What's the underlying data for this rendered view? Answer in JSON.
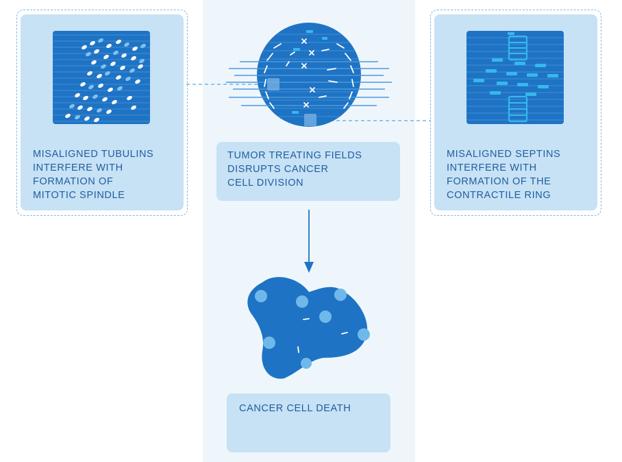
{
  "left_panel": {
    "caption": "MISALIGNED TUBULINS\nINTERFERE WITH\nFORMATION OF\nMITOTIC SPINDLE",
    "illustration": "tubulin-icon"
  },
  "center_panel": {
    "caption": "TUMOR TREATING FIELDS\nDISRUPTS CANCER\nCELL DIVISION",
    "illustration": "dividing-cell-icon"
  },
  "right_panel": {
    "caption": "MISALIGNED SEPTINS\nINTERFERE WITH\nFORMATION OF THE\nCONTRACTILE RING",
    "illustration": "septin-icon"
  },
  "result_panel": {
    "caption": "CANCER CELL DEATH",
    "illustration": "dead-cell-icon"
  },
  "colors": {
    "dark_blue": "#1f73c4",
    "mid_blue": "#3d8fd8",
    "light_blue": "#c7e1f5",
    "text_blue": "#1e5e9e",
    "cyan": "#35b8ee",
    "dot_blue": "#6fb9ea",
    "background_column": "#eef6fc"
  }
}
